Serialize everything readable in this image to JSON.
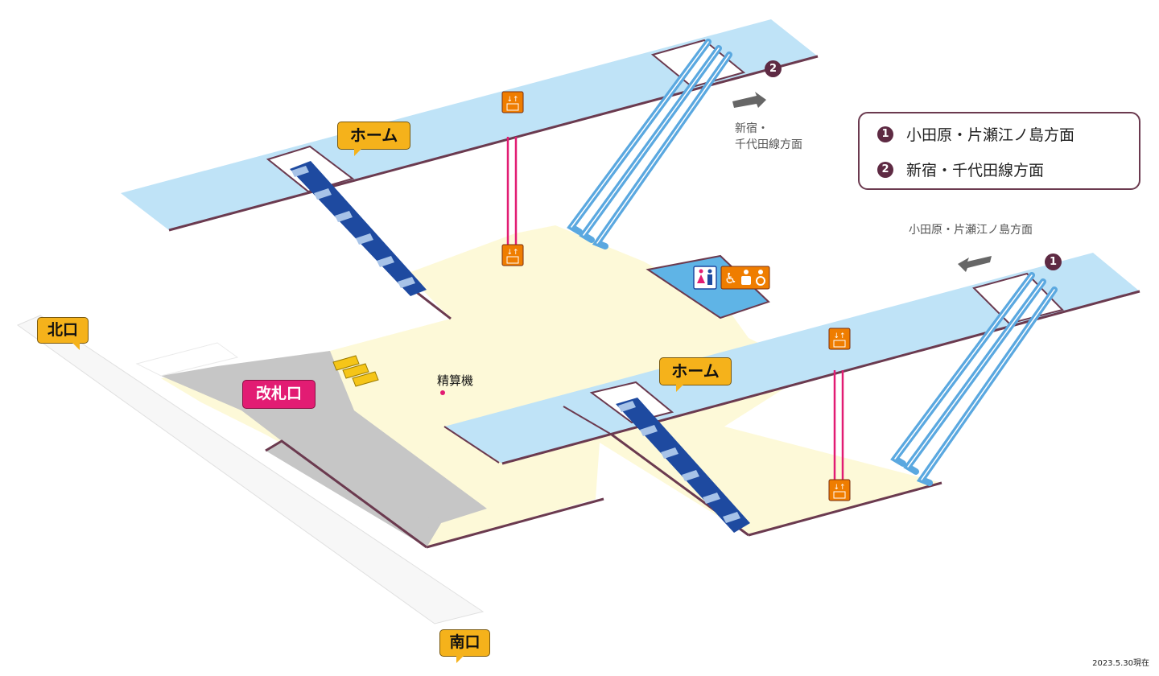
{
  "labels": {
    "home_top": "ホーム",
    "home_bottom": "ホーム",
    "north_exit": "北口",
    "south_exit": "南口",
    "ticket_gate": "改札口",
    "fare_machine": "精算機"
  },
  "legend": {
    "items": [
      {
        "badge": "1",
        "text": "小田原・片瀬江ノ島方面"
      },
      {
        "badge": "2",
        "text": "新宿・千代田線方面"
      }
    ]
  },
  "directions": {
    "top_line1": "新宿・",
    "top_line2": "千代田線方面",
    "top_badge": "2",
    "bottom": "小田原・片瀬江ノ島方面",
    "bottom_badge": "1"
  },
  "date": "2023.5.30現在",
  "icons": [
    "elevator-icon",
    "restroom-icon",
    "accessible-icon",
    "ostomate-icon",
    "baby-care-icon",
    "ticket-machine-icon",
    "direction-arrow-icon"
  ],
  "colors": {
    "platform": "#bfe3f7",
    "concourse": "#fdf9d8",
    "gate_area": "#c6c6c6",
    "outline": "#6b3a4f",
    "callout": "#f5b21b",
    "gate": "#e21c73",
    "elevator": "#ef7d00",
    "escalator": "#5aa8e0",
    "stairs": "#1e4aa0"
  }
}
